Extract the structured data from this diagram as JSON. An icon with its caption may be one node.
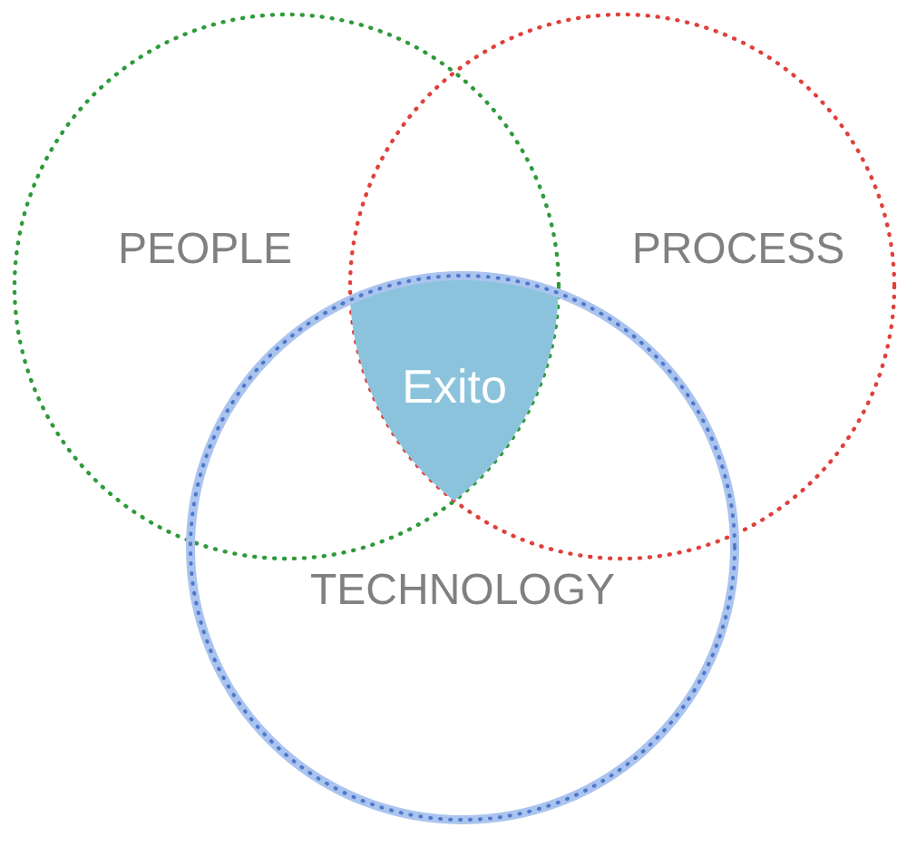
{
  "diagram": {
    "nodes": [
      {
        "text": [
          "PEOPLE"
        ]
      },
      {
        "text": [
          "PROCESS"
        ]
      },
      {
        "text": [
          "Exito"
        ]
      },
      {
        "text": [
          "TECHNOLOGY"
        ]
      }
    ]
  }
}
